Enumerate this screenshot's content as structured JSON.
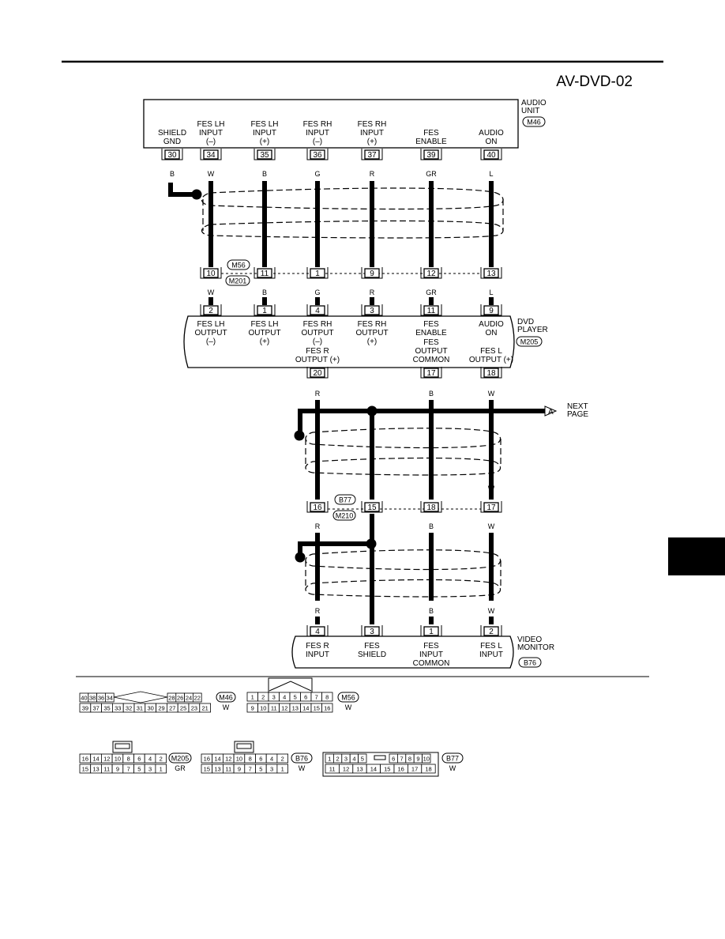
{
  "page": {
    "title": "AV-DVD-02"
  },
  "audio_unit": {
    "name": "AUDIO\nUNIT",
    "code": "M46",
    "terminals": [
      {
        "label": "SHIELD\nGND",
        "pin": "30",
        "color": "B"
      },
      {
        "label": "FES LH\nINPUT\n(–)",
        "pin": "34",
        "color": "W"
      },
      {
        "label": "FES LH\nINPUT\n(+)",
        "pin": "35",
        "color": "B"
      },
      {
        "label": "FES RH\nINPUT\n(–)",
        "pin": "36",
        "color": "G"
      },
      {
        "label": "FES RH\nINPUT\n(+)",
        "pin": "37",
        "color": "R"
      },
      {
        "label": "FES\nENABLE",
        "pin": "39",
        "color": "GR"
      },
      {
        "label": "AUDIO\nON",
        "pin": "40",
        "color": "L"
      }
    ]
  },
  "junction_1": {
    "codes": [
      "M56",
      "M201"
    ],
    "pins": [
      "10",
      "11",
      "1",
      "9",
      "12",
      "13"
    ],
    "colors_below": [
      "W",
      "B",
      "G",
      "R",
      "GR",
      "L"
    ]
  },
  "dvd_player": {
    "name": "DVD\nPLAYER",
    "code": "M205",
    "top_terminals": [
      {
        "label": "FES LH\nOUTPUT\n(–)",
        "pin": "2"
      },
      {
        "label": "FES LH\nOUTPUT\n(+)",
        "pin": "1"
      },
      {
        "label": "FES RH\nOUTPUT\n(–)",
        "pin": "4"
      },
      {
        "label": "FES RH\nOUTPUT\n(+)",
        "pin": "3"
      },
      {
        "label": "FES\nENABLE",
        "pin": "11"
      },
      {
        "label": "AUDIO\nON",
        "pin": "9"
      }
    ],
    "bottom_terminals": [
      {
        "label": "FES R\nOUTPUT (+)",
        "pin": "20",
        "color": "R"
      },
      {
        "label": "FES\nOUTPUT\nCOMMON",
        "pin": "17",
        "color": "B"
      },
      {
        "label": "FES L\nOUTPUT (+)",
        "pin": "18",
        "color": "W"
      }
    ]
  },
  "next_page": {
    "marker": "A",
    "label": "NEXT\nPAGE"
  },
  "junction_2": {
    "codes": [
      "B77",
      "M210"
    ],
    "pins": [
      "16",
      "15",
      "18",
      "17"
    ],
    "colors_above": [
      "R",
      "B",
      "W"
    ],
    "colors_below": [
      "R",
      "B",
      "W"
    ]
  },
  "video_monitor": {
    "name": "VIDEO\nMONITOR",
    "code": "B76",
    "colors_above": [
      "R",
      "B",
      "W"
    ],
    "terminals": [
      {
        "label": "FES R\nINPUT",
        "pin": "4"
      },
      {
        "label": "FES\nSHIELD",
        "pin": "3"
      },
      {
        "label": "FES\nINPUT\nCOMMON",
        "pin": "1"
      },
      {
        "label": "FES L\nINPUT",
        "pin": "2"
      }
    ]
  },
  "connectors": [
    {
      "code": "M46",
      "color": "W",
      "top_row": [
        "40",
        "38",
        "36",
        "34",
        "28",
        "26",
        "24",
        "22"
      ],
      "bottom_row": [
        "39",
        "37",
        "35",
        "33",
        "32",
        "31",
        "30",
        "29",
        "27",
        "25",
        "23",
        "21"
      ]
    },
    {
      "code": "M56",
      "color": "W",
      "top_row": [
        "1",
        "2",
        "3",
        "4",
        "5",
        "6",
        "7",
        "8"
      ],
      "bottom_row": [
        "9",
        "10",
        "11",
        "12",
        "13",
        "14",
        "15",
        "16"
      ]
    },
    {
      "code": "M205",
      "color": "GR",
      "top_row": [
        "16",
        "14",
        "12",
        "10",
        "8",
        "6",
        "4",
        "2"
      ],
      "bottom_row": [
        "15",
        "13",
        "11",
        "9",
        "7",
        "5",
        "3",
        "1"
      ]
    },
    {
      "code": "B76",
      "color": "W",
      "top_row": [
        "16",
        "14",
        "12",
        "10",
        "8",
        "6",
        "4",
        "2"
      ],
      "bottom_row": [
        "15",
        "13",
        "11",
        "9",
        "7",
        "5",
        "3",
        "1"
      ]
    },
    {
      "code": "B77",
      "color": "W",
      "top_row": [
        "1",
        "2",
        "3",
        "4",
        "5",
        "6",
        "7",
        "8",
        "9",
        "10"
      ],
      "bottom_row": [
        "11",
        "12",
        "13",
        "14",
        "15",
        "16",
        "17",
        "18"
      ]
    }
  ],
  "colors": {
    "line": "#000000",
    "background": "#ffffff",
    "tab": "#000000"
  }
}
